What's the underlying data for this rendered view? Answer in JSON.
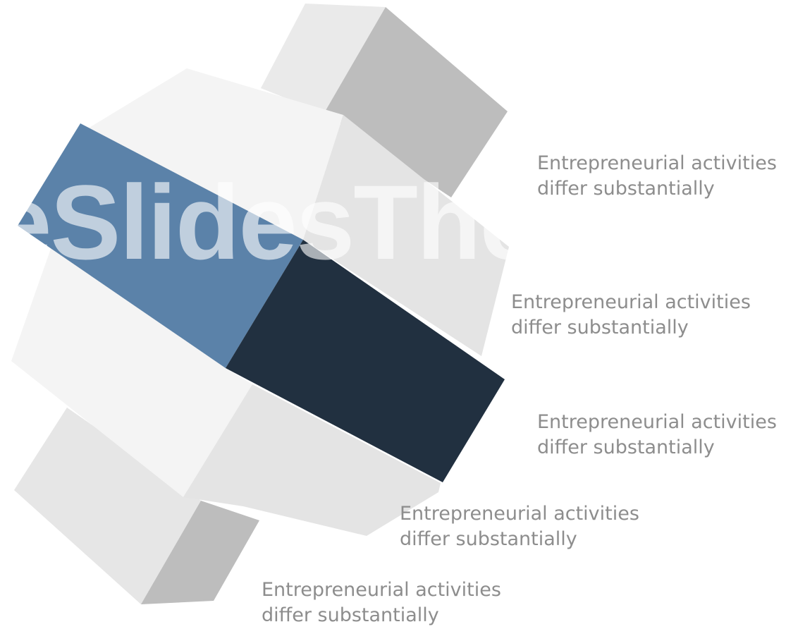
{
  "watermark": {
    "text": "eSlidesThemes."
  },
  "labels": [
    {
      "line1": "Entrepreneurial activities",
      "line2": "differ substantially"
    },
    {
      "line1": "Entrepreneurial activities",
      "line2": "differ substantially"
    },
    {
      "line1": "Entrepreneurial activities",
      "line2": "differ substantially"
    },
    {
      "line1": "Entrepreneurial activities",
      "line2": "differ substantially"
    },
    {
      "line1": "Entrepreneurial activities",
      "line2": "differ substantially"
    }
  ],
  "colors": {
    "accent_blue": "#5b82a9",
    "accent_navy": "#213040",
    "block_light": "#f4f4f4",
    "block_mid": "#e4e4e4",
    "block_dark": "#bdbdbd",
    "text": "#8d8d8d"
  }
}
